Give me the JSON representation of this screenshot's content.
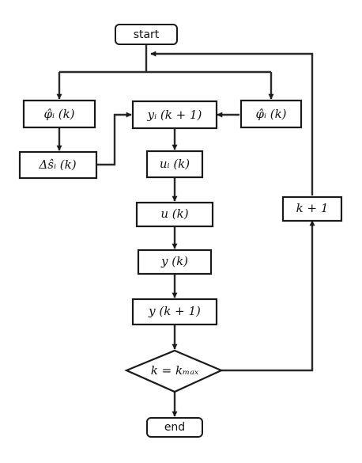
{
  "nodes": {
    "start": {
      "label": "start"
    },
    "phi": {
      "label": "φ̂ᵢ (k)"
    },
    "ds": {
      "label": "Δŝᵢ (k)"
    },
    "ynext": {
      "label": "yᵢ (k + 1)"
    },
    "varphi": {
      "label": "φ̂ᵢ (k)"
    },
    "ui": {
      "label": "uᵢ (k)"
    },
    "u": {
      "label": "u (k)"
    },
    "y": {
      "label": "y (k)"
    },
    "y1": {
      "label": "y (k + 1)"
    },
    "cond": {
      "label": "k = kₘₐₓ"
    },
    "kinc": {
      "label": "k + 1"
    },
    "end": {
      "label": "end"
    }
  }
}
